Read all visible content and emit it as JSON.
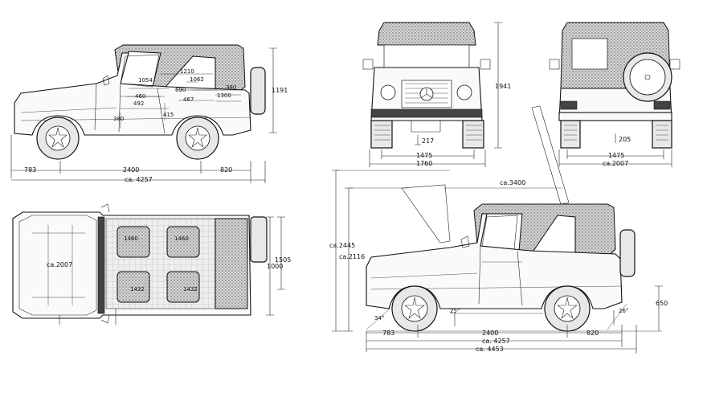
{
  "side_view": {
    "overhang_front": "783",
    "wheelbase": "2400",
    "overhang_rear": "820",
    "length": "ca. 4257",
    "height": "1191",
    "interior": [
      "1054",
      "1210",
      "1062",
      "460",
      "690",
      "492",
      "467",
      "380",
      "1300",
      "380",
      "415"
    ]
  },
  "front_view": {
    "height": "1941",
    "track": "1475",
    "width": "1760",
    "clearance": "217"
  },
  "rear_view": {
    "track": "1475",
    "width": "ca.2007",
    "clearance": "205"
  },
  "top_view": {
    "width": "ca.2007",
    "seat_width_front_left": "1460",
    "seat_width_front_right": "1460",
    "seat_width_rear_left": "1432",
    "seat_width_rear_right": "1432",
    "track": "1505",
    "interior_width": "1000"
  },
  "large_side_view": {
    "hood_open_height": "ca.2445",
    "height": "ca.2116",
    "top_open_height": "ca.3400",
    "approach_angle": "34°",
    "breakover_angle": "25°",
    "departure_angle": "26°",
    "tailgate_height": "650",
    "overhang_front": "783",
    "wheelbase": "2400",
    "overhang_rear": "820",
    "length": "ca. 4257",
    "length_with_spare": "ca. 4453"
  }
}
